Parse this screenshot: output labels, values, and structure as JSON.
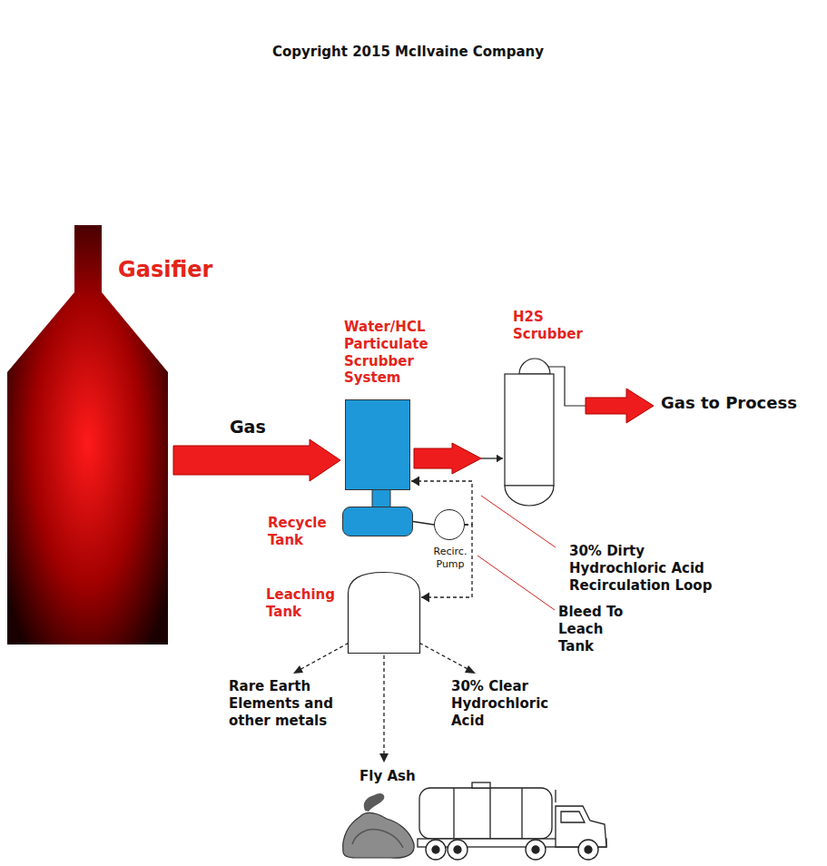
{
  "diagram": {
    "nodes": [
      {
        "text": [
          "Gasifier"
        ]
      },
      {
        "text": [
          "Water/HCL Particulate Scrubber System"
        ]
      },
      {
        "text": [
          "H2S Scrubber"
        ]
      },
      {
        "text": [
          "Recycle Tank"
        ]
      },
      {
        "text": [
          "Recirc. Pump"
        ]
      },
      {
        "text": [
          "Leaching Tank"
        ]
      }
    ],
    "edges": [
      {
        "from": 0,
        "to": 1,
        "label": "Gas",
        "arrow": "to"
      },
      {
        "from": 1,
        "to": 2,
        "arrow": "to"
      },
      {
        "from": 3,
        "to": 4,
        "arrow": "none"
      },
      {
        "from": 4,
        "to": 1,
        "arrow": "to"
      },
      {
        "from": 4,
        "to": 5,
        "arrow": "to"
      }
    ],
    "labels": [
      "Copyright 2015 McIlvaine Company",
      "Gas to Process",
      "30% Dirty Hydrochloric Acid Recirculation Loop",
      "Bleed To Leach Tank",
      "Rare Earth Elements and other metals",
      "30% Clear Hydrochloric Acid",
      "Fly Ash"
    ]
  }
}
